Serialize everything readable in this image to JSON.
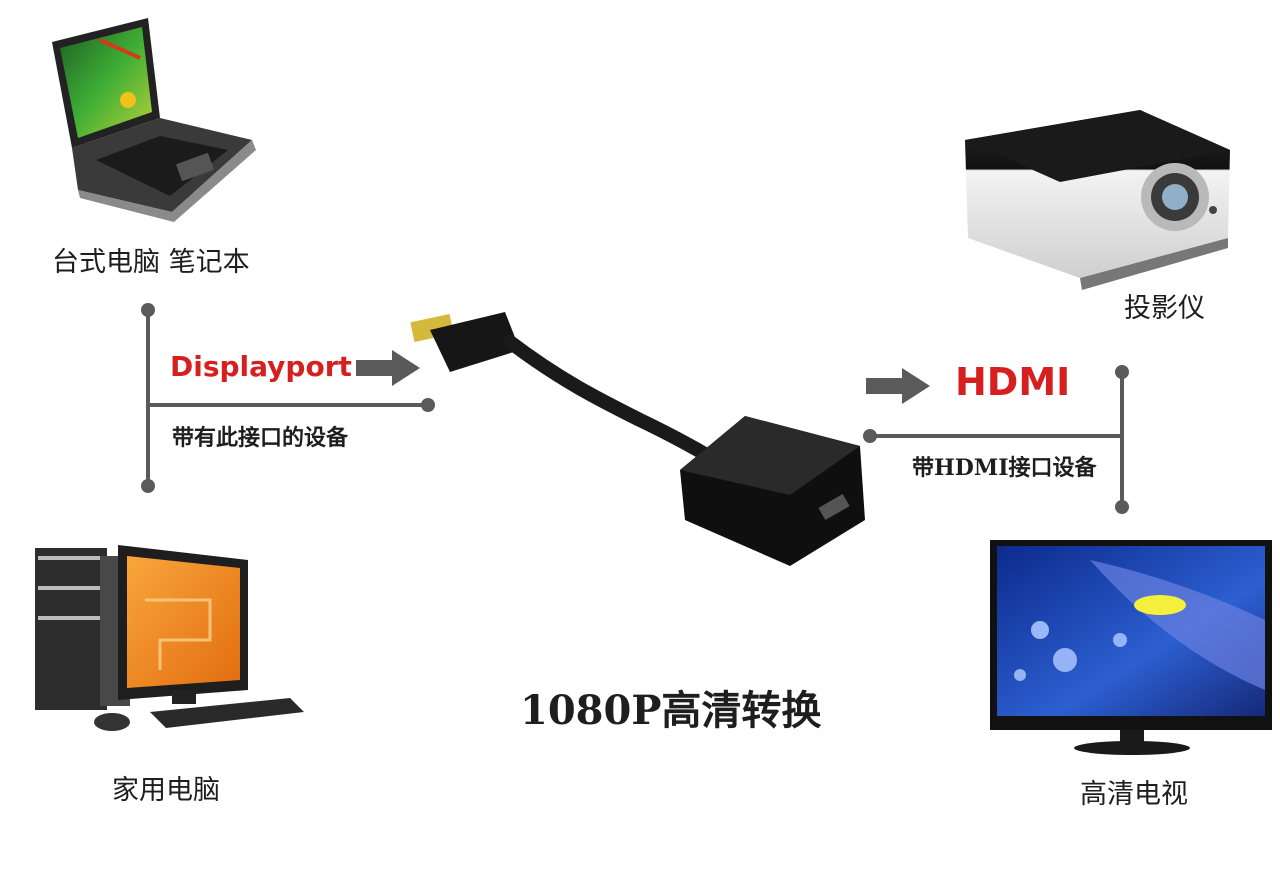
{
  "devices": {
    "laptop_label": "台式电脑  笔记本",
    "desktop_label": "家用电脑",
    "projector_label": "投影仪",
    "tv_label": "高清电视"
  },
  "left_interface": {
    "port_name": "Displayport",
    "caption": "带有此接口的设备"
  },
  "right_interface": {
    "port_name": "HDMI",
    "caption": "带HDMI接口设备"
  },
  "footer": {
    "title": "1080P高清转换"
  },
  "colors": {
    "accent_red": "#d62020",
    "connector_gray": "#5a5a5a",
    "text": "#1e1e1e"
  }
}
